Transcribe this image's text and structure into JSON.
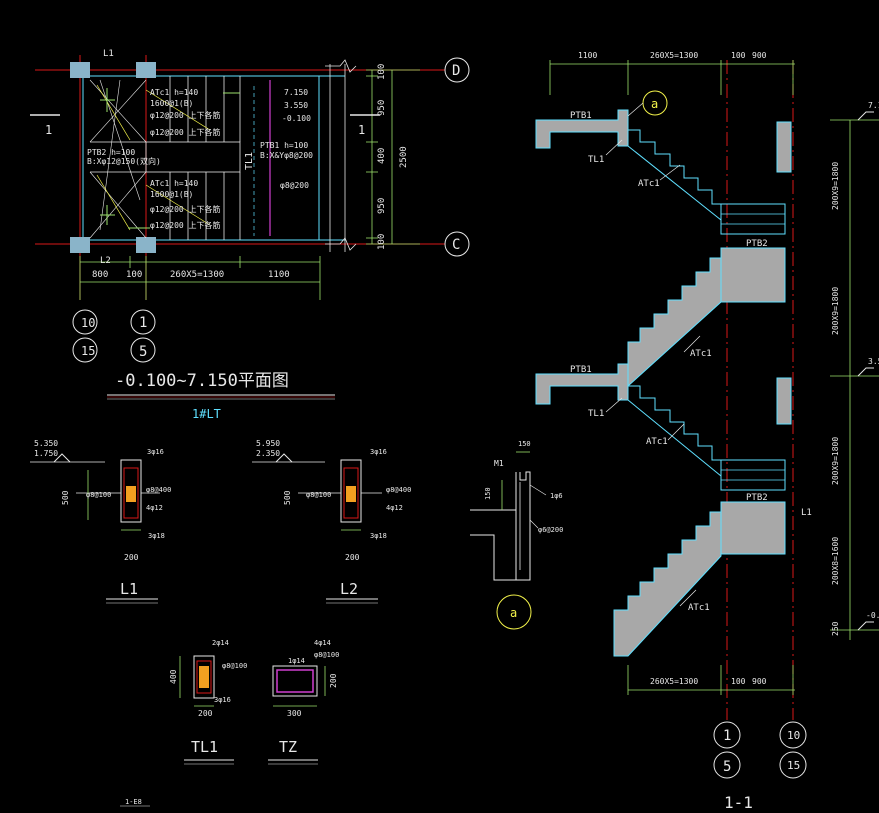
{
  "plan": {
    "title": "-0.100~7.150平面图",
    "subtitle": "1#LT",
    "beam_top": "L1",
    "beam_bottom": "L2",
    "axis_d": "D",
    "axis_c": "C",
    "section_mark_left": "1",
    "section_mark_right": "1",
    "dim_bottom": [
      "800",
      "100",
      "260X5=1300",
      "1100"
    ],
    "dim_right": [
      "100",
      "950",
      "400",
      "950",
      "100"
    ],
    "dim_right_total": "2500",
    "axis_bottom_1a": "1",
    "axis_bottom_1b": "5",
    "axis_bottom_2a": "10",
    "axis_bottom_2b": "15",
    "notes_upper": [
      "ATc1  h=140",
      "1600@1(B)",
      "φ12@200  上下各筋",
      "φ12@200  上下各筋"
    ],
    "notes_mid": [
      "PTB2  h=100",
      "B:Xφ12@150(双向)"
    ],
    "notes_lower": [
      "ATc1  h=140",
      "1600@1(B)",
      "φ12@200  上下各筋",
      "φ12@200  上下各筋"
    ],
    "notes_right": [
      "7.150",
      "3.550",
      "-0.100"
    ],
    "notes_ptb1": [
      "PTB1  h=100",
      "B:X&Yφ8@200"
    ],
    "note_rebar": "φ8@200",
    "tl1_label": "TL1"
  },
  "section": {
    "title": "1-1",
    "dim_top": [
      "1100",
      "260X5=1300",
      "100",
      "900"
    ],
    "dim_bottom": [
      "260X5=1300",
      "100",
      "900"
    ],
    "labels": [
      "PTB1",
      "TL1",
      "ATc1",
      "PTB2",
      "ATc1",
      "PTB1",
      "TL1",
      "ATc1",
      "PTB2",
      "ATc1"
    ],
    "beam_label": "L1",
    "detail_mark": "a",
    "vertical_dims": [
      "200X9=1800",
      "200X9=1800",
      "200X9=1800",
      "200X8=1600",
      "250"
    ],
    "elev_top": "7.1",
    "elev_mid": "3.5",
    "elev_low": "-0.",
    "axis_1a": "1",
    "axis_1b": "5",
    "axis_2a": "10",
    "axis_2b": "15"
  },
  "beams": {
    "l1": {
      "title": "L1",
      "elev": [
        "5.350",
        "1.750"
      ],
      "height": "500",
      "width": "200",
      "top": "3φ16",
      "stirrup": "φ8@100",
      "stirrup2": "φ8@400",
      "side": "4φ12",
      "bottom": "3φ18"
    },
    "l2": {
      "title": "L2",
      "elev": [
        "5.950",
        "2.350"
      ],
      "height": "500",
      "width": "200",
      "top": "3φ16",
      "stirrup": "φ8@100",
      "stirrup2": "φ8@400",
      "side": "4φ12",
      "bottom": "3φ18"
    },
    "tl1": {
      "title": "TL1",
      "height": "400",
      "width": "200",
      "top": "2φ14",
      "stirrup": "φ8@100",
      "bottom": "3φ16"
    },
    "tz": {
      "title": "TZ",
      "height": "200",
      "width": "300",
      "top": "4φ14",
      "stirrup": "φ8@100",
      "inner": "1φ14"
    }
  },
  "detail_a": {
    "mark": "a",
    "dim_top": "150",
    "dim_side": "150",
    "m1": "M1",
    "bar1": "1φ6",
    "bar2": "φ6@200"
  },
  "bottom_left_text": "1-E8"
}
